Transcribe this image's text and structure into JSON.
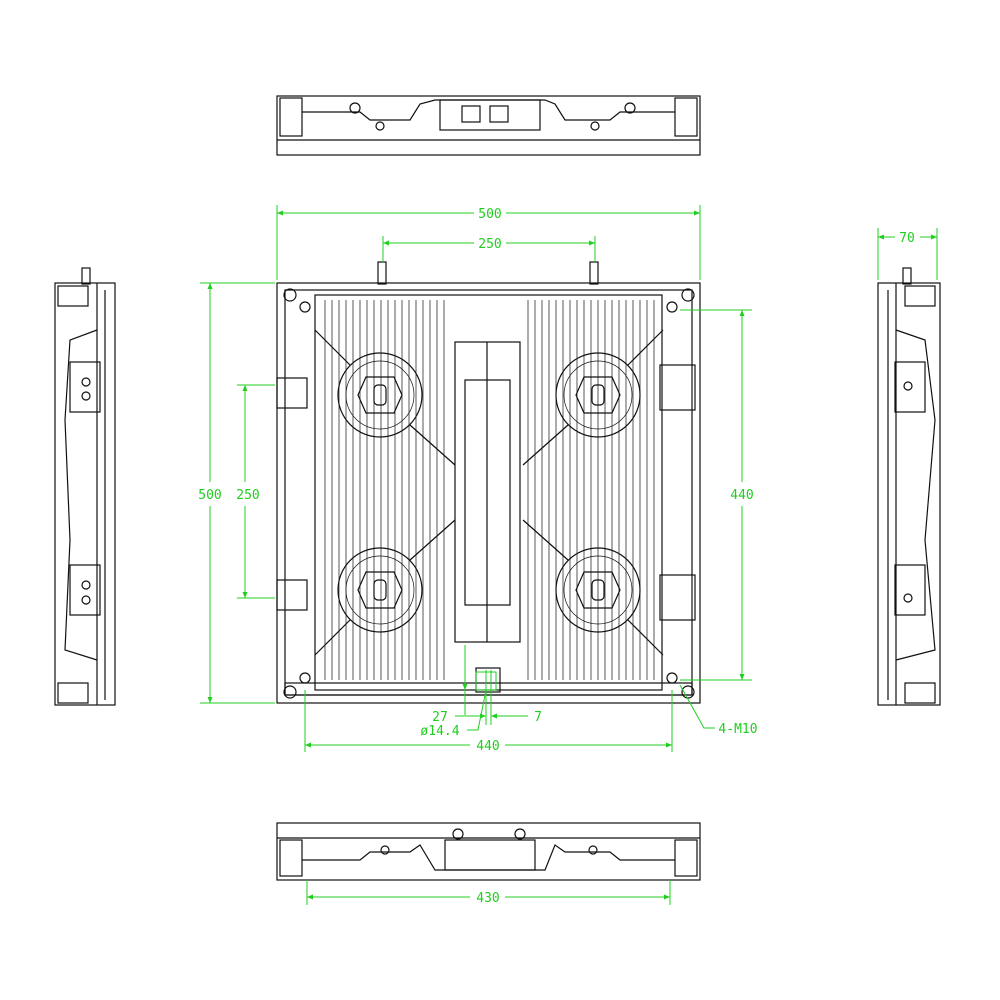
{
  "title": "LED cabinet dimension drawing",
  "line_color": "#1fcf1f",
  "dimensions": {
    "front_width": "500",
    "connector_spacing": "250",
    "depth": "70",
    "front_height": "500",
    "vertical_spacing": "250",
    "mount_height": "440",
    "offset_27": "27",
    "hole_diameter": "ø14.4",
    "offset_7": "7",
    "mount_width": "440",
    "mount_holes": "4-M10",
    "bottom_width": "430"
  }
}
